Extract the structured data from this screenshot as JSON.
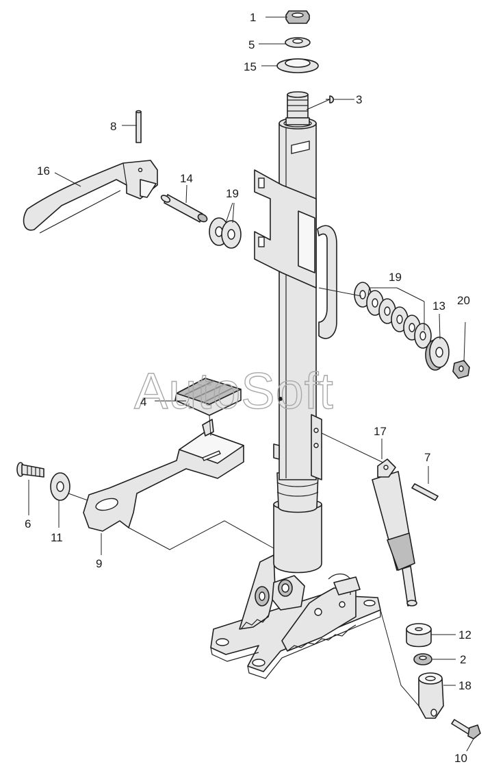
{
  "watermark": "AutoSoft",
  "callouts": [
    "1",
    "5",
    "15",
    "3",
    "8",
    "16",
    "14",
    "19",
    "19",
    "13",
    "20",
    "4",
    "17",
    "7",
    "6",
    "11",
    "9",
    "12",
    "2",
    "18",
    "10"
  ]
}
